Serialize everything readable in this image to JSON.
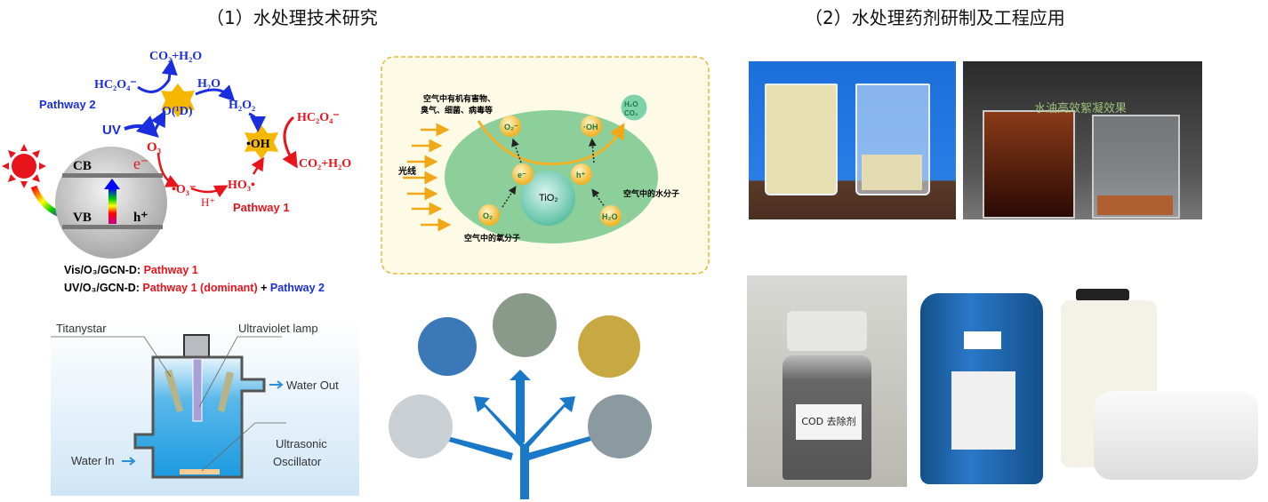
{
  "titles": {
    "left": "（1）水处理技术研究",
    "right": "（2）水处理药剂研制及工程应用"
  },
  "pathway_diagram": {
    "co2_h2o_top": "CO₂+H₂O",
    "hc2o4_blue": "HC₂O₄⁻",
    "h2o": "H₂O",
    "pathway2": "Pathway 2",
    "o1d": "O(¹D)",
    "h2o2": "H₂O₂",
    "hc2o4_red": "HC₂O₄⁻",
    "uv": "UV",
    "o3": "O₃",
    "oh": "•OH",
    "cb": "CB",
    "e_minus": "e⁻",
    "co2_h2o_red": "CO₂+H₂O",
    "o3_radical": "•O₃⁻",
    "ho3": "HO₃•",
    "h_plus": "H⁺",
    "pathway1": "Pathway 1",
    "vb": "VB",
    "h_hole": "h⁺",
    "legend_line1_prefix": "Vis/O₃/GCN-D: ",
    "legend_line1_red": "Pathway 1",
    "legend_line2_prefix": "UV/O₃/GCN-D: ",
    "legend_line2_red": "Pathway 1 (dominant)",
    "legend_line2_plus": " + ",
    "legend_line2_blue": "Pathway 2"
  },
  "photocatalysis_diagram": {
    "pollutants_line1": "空气中有机有害物、",
    "pollutants_line2": "臭气、细菌、病毒等",
    "light": "光线",
    "o2_radical": "O₂⁻",
    "oh": "·OH",
    "products_h2o": "H₂O",
    "products_co2": "CO₂",
    "electron": "e⁻",
    "hole": "h⁺",
    "tio2": "TiO₂",
    "water_molecule_label": "空气中的水分子",
    "o2": "O₂",
    "h2o": "H₂O",
    "oxygen_molecule_label": "空气中的氧分子"
  },
  "reactor_diagram": {
    "titanystar": "Titanystar",
    "uv_lamp": "Ultraviolet lamp",
    "water_out": "Water Out",
    "water_in": "Water In",
    "ultrasonic": "Ultrasonic",
    "oscillator": "Oscillator"
  },
  "photos": {
    "beaker_caption": "水油高效絮凝效果",
    "cod_label": "COD 去除剂"
  },
  "colors": {
    "red": "#e8141b",
    "blue": "#1a2ee0",
    "star": "#f5b700",
    "ellipse": "#8ccf9a",
    "dashed_border": "#e0b73a"
  }
}
